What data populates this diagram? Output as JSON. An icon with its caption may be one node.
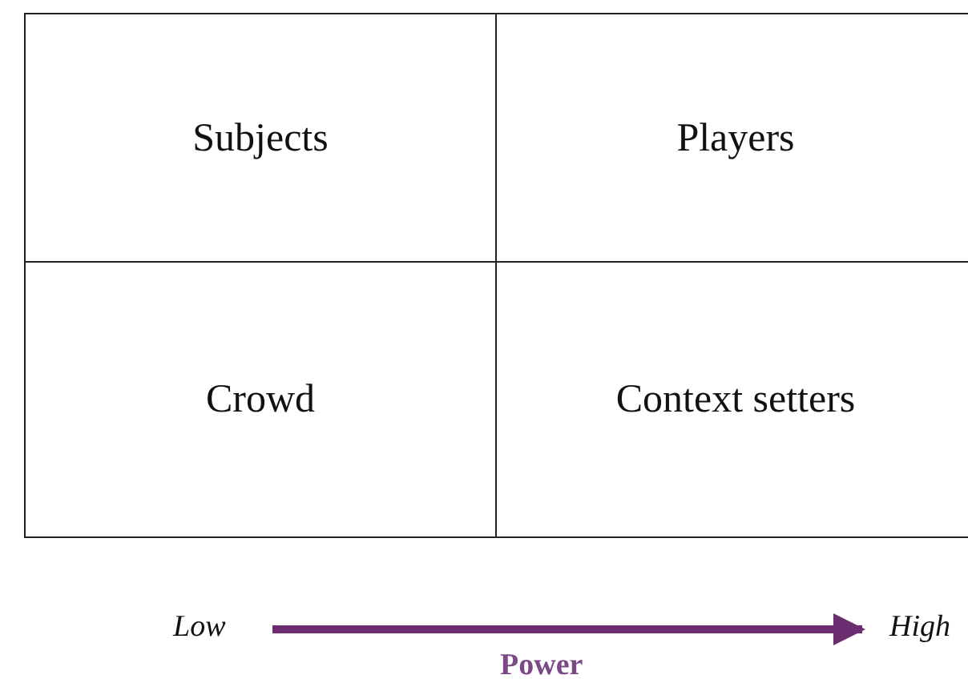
{
  "diagram": {
    "nodes": [
      {
        "text": [
          "Subjects"
        ]
      },
      {
        "text": [
          "Players"
        ]
      },
      {
        "text": [
          "Crowd"
        ]
      },
      {
        "text": [
          "Context setters"
        ]
      }
    ],
    "labels": [
      "Low",
      "High",
      "Power"
    ]
  }
}
